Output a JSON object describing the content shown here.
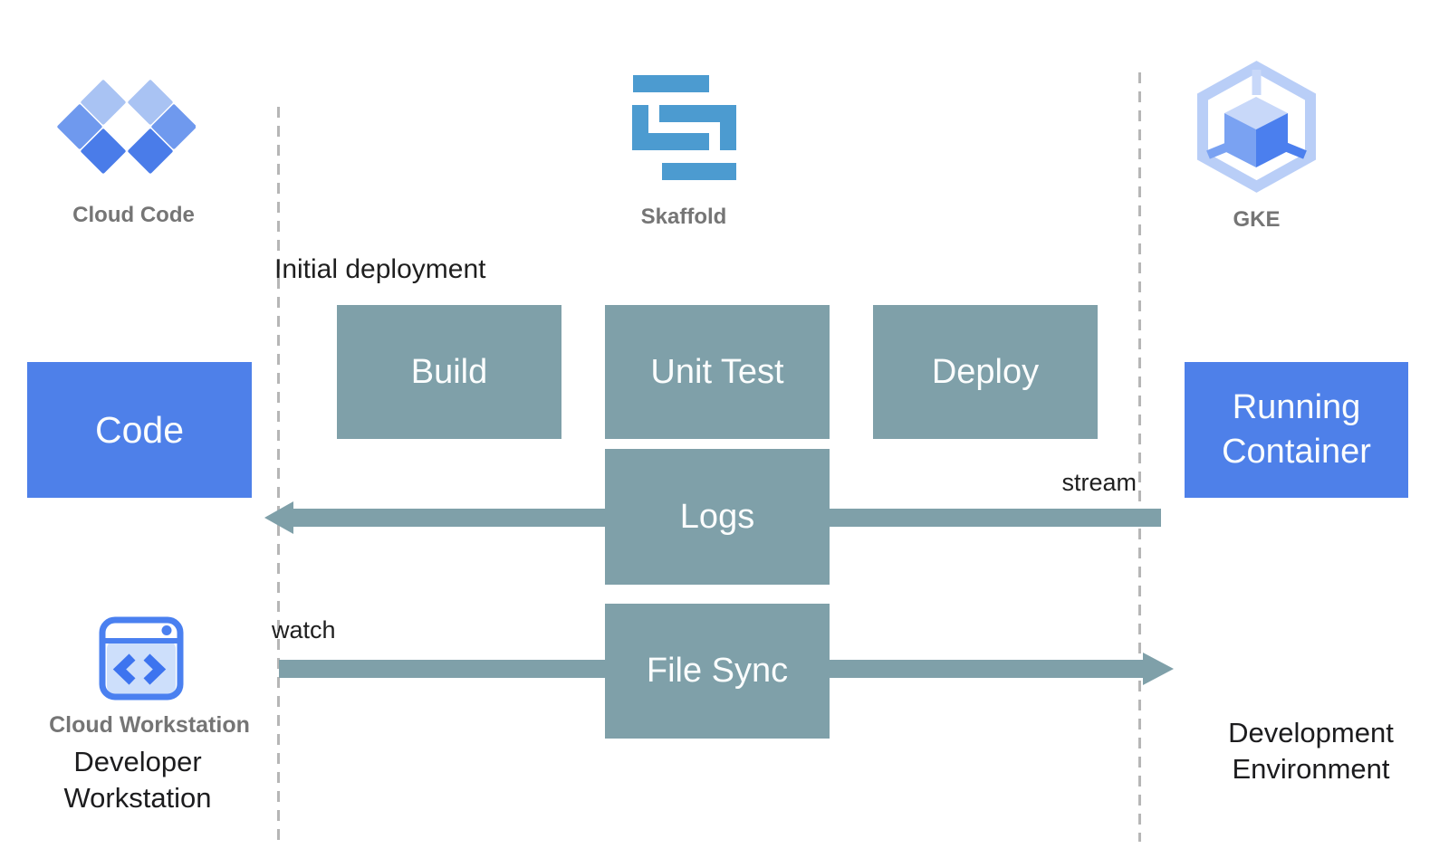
{
  "palette": {
    "blue_box": "#4e80e9",
    "teal_box": "#7fa0a9",
    "label_gray": "#757575",
    "text_dark": "#1f1f1f",
    "dashed_line": "#b6b6b6",
    "skaffold_blue": "#4c9bd0",
    "diamond_light": "#a9c3f3",
    "diamond_medium": "#6f99ee",
    "diamond_dark": "#4a7ce9",
    "gke_outline": "#b9cef7",
    "cube_top": "#c8d8f9",
    "cube_left": "#7aa2f2",
    "cube_right": "#4b7fee",
    "workstation_blue": "#4a80f0",
    "workstation_fill": "#cddffb"
  },
  "icons": {
    "cloud_code": {
      "label": "Cloud Code"
    },
    "skaffold": {
      "label": "Skaffold"
    },
    "gke": {
      "label": "GKE"
    },
    "cloud_workstation": {
      "label": "Cloud Workstation"
    }
  },
  "boxes": {
    "code": "Code",
    "build": "Build",
    "unit_test": "Unit Test",
    "deploy": "Deploy",
    "logs": "Logs",
    "file_sync": "File Sync",
    "running_container": "Running Container"
  },
  "annotations": {
    "initial_deployment": "Initial deployment",
    "stream": "stream",
    "watch": "watch"
  },
  "captions": {
    "developer_workstation": "Developer Workstation",
    "development_environment": "Development Environment"
  }
}
